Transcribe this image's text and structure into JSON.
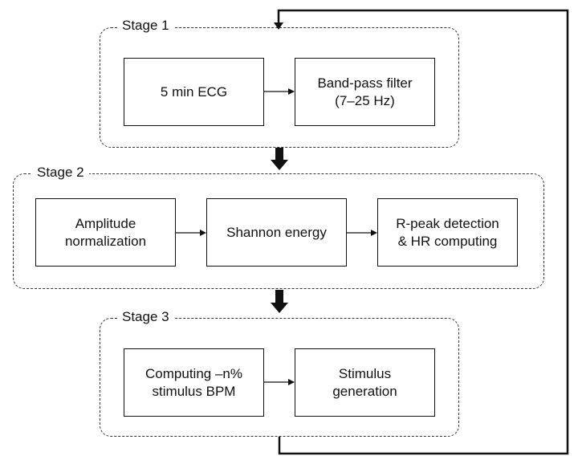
{
  "stages": [
    {
      "label": "Stage 1",
      "boxes": [
        "5 min ECG",
        "Band-pass filter\n(7–25 Hz)"
      ]
    },
    {
      "label": "Stage 2",
      "boxes": [
        "Amplitude\nnormalization",
        "Shannon energy",
        "R-peak detection\n& HR computing"
      ]
    },
    {
      "label": "Stage 3",
      "boxes": [
        "Computing –n%\nstimulus BPM",
        "Stimulus\ngeneration"
      ]
    }
  ],
  "colors": {
    "stroke": "#111111",
    "dashed_border": "#333333",
    "background": "#ffffff"
  },
  "icons": {
    "stage_transition": "thick-down-arrow-icon",
    "feedback": "feedback-loop-arrow-icon"
  }
}
